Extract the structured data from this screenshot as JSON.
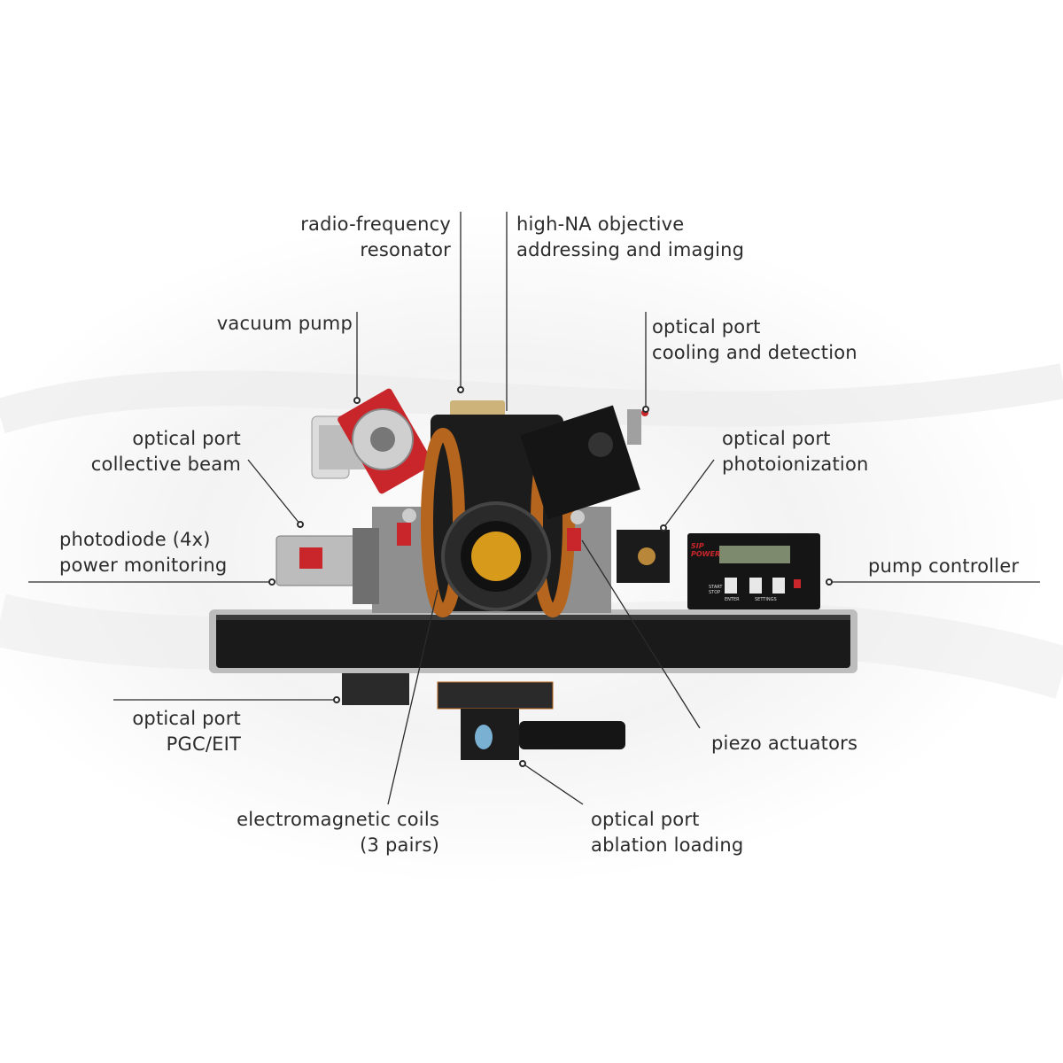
{
  "labels": {
    "rf_resonator": [
      "radio-frequency",
      "resonator"
    ],
    "objective": [
      "high-NA objective",
      "addressing and imaging"
    ],
    "vacuum_pump": [
      "vacuum pump"
    ],
    "port_cooling": [
      "optical port",
      "cooling and detection"
    ],
    "port_collective": [
      "optical port",
      "collective beam"
    ],
    "port_photoionization": [
      "optical port",
      "photoionization"
    ],
    "photodiode": [
      "photodiode (4x)",
      "power monitoring"
    ],
    "pump_controller": [
      "pump controller"
    ],
    "port_pgc": [
      "optical port",
      "PGC/EIT"
    ],
    "piezo": [
      "piezo actuators"
    ],
    "coils": [
      "electromagnetic coils",
      "(3 pairs)"
    ],
    "port_ablation": [
      "optical port",
      "ablation loading"
    ]
  },
  "controller": {
    "brand_line1": "SIP",
    "brand_line2": "POWER",
    "btn_start_stop": "START STOP",
    "btn_enter": "ENTER",
    "btn_settings": "SETTINGS"
  },
  "colors": {
    "accent_red": "#c8262b",
    "copper": "#b5651d",
    "body_black": "#1c1c1c",
    "lens_amber": "#d89a1a",
    "leader_line": "#2b2b2b"
  }
}
